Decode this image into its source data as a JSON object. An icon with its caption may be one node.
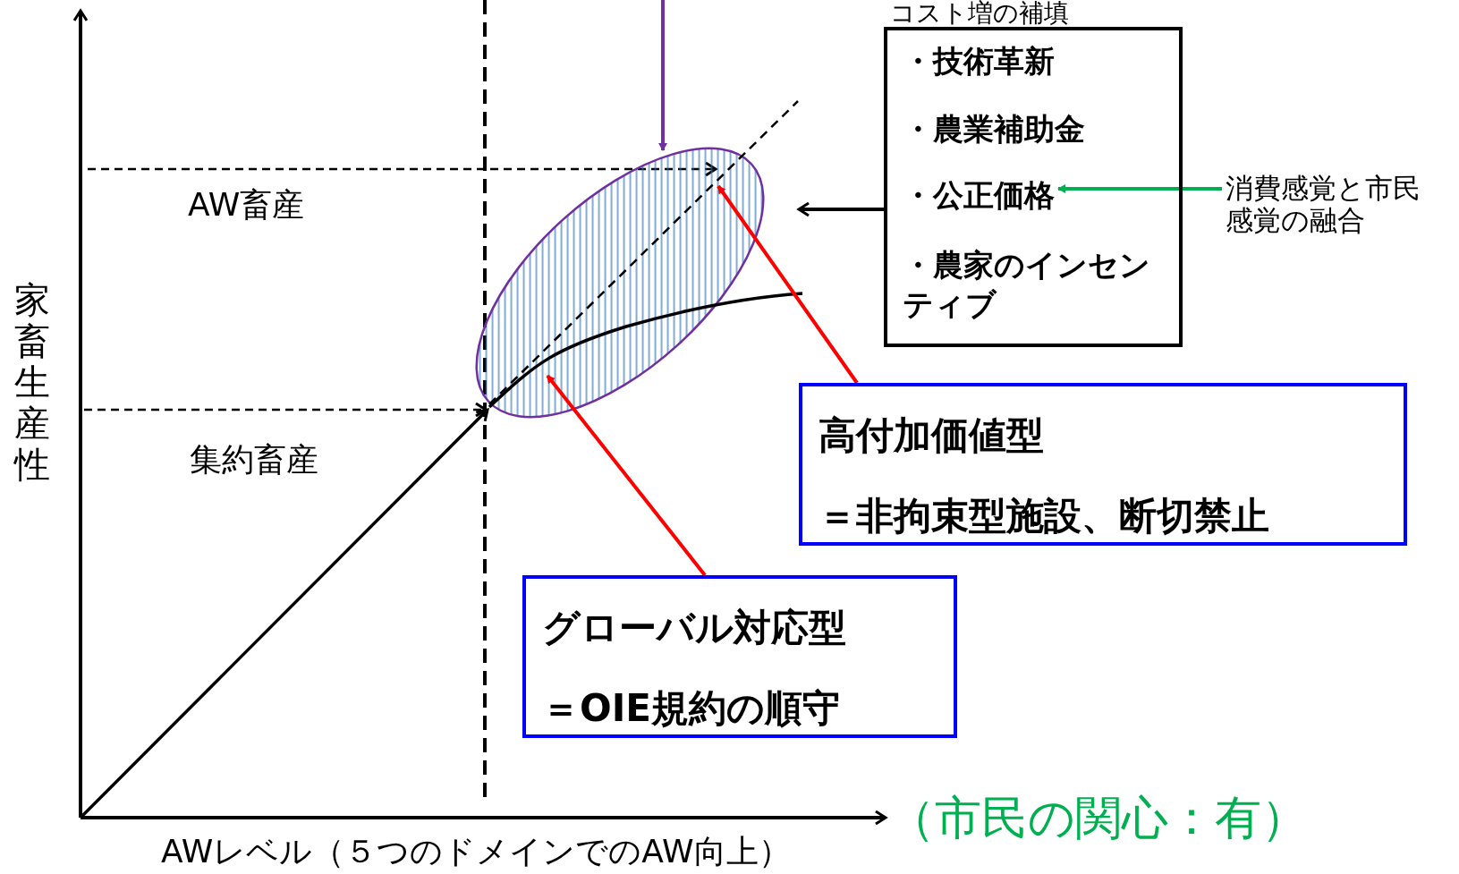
{
  "diagram": {
    "nodes": [
      {
        "text": [],
        "shape": "ellipse"
      },
      {
        "text": [
          "コスト増の補填"
        ]
      },
      {
        "text": [
          "・技術革新"
        ],
        "in": 1
      },
      {
        "text": [
          "・農業補助金"
        ],
        "in": 1
      },
      {
        "text": [
          "・公正価格"
        ],
        "in": 1
      },
      {
        "text": [
          "・農家のインセンティブ"
        ],
        "in": 1
      },
      {
        "text": [
          "消費感覚と市民感覚の融合"
        ]
      },
      {
        "text": [
          "高付加価値型",
          "＝非拘束型施設、断切禁止"
        ]
      },
      {
        "text": [
          "グローバル対応型",
          "＝OIE規約の順守"
        ]
      }
    ],
    "edges": [
      {
        "from": null,
        "to": 0,
        "arrow": "to",
        "color": "#7030a0"
      },
      {
        "from": 1,
        "to": 0,
        "arrow": "to",
        "color": "#000000"
      },
      {
        "from": 6,
        "to": 4,
        "arrow": "to",
        "color": "#00b050"
      },
      {
        "from": 7,
        "to": 0,
        "arrow": "to",
        "color": "#ff0000"
      },
      {
        "from": 8,
        "to": 0,
        "arrow": "to",
        "color": "#ff0000"
      }
    ],
    "labels": [
      "AW畜産",
      "家畜生産性",
      "集約畜産",
      "AWレベル（５つのドメインでのAW向上）",
      "（市民の関心：有）"
    ]
  }
}
